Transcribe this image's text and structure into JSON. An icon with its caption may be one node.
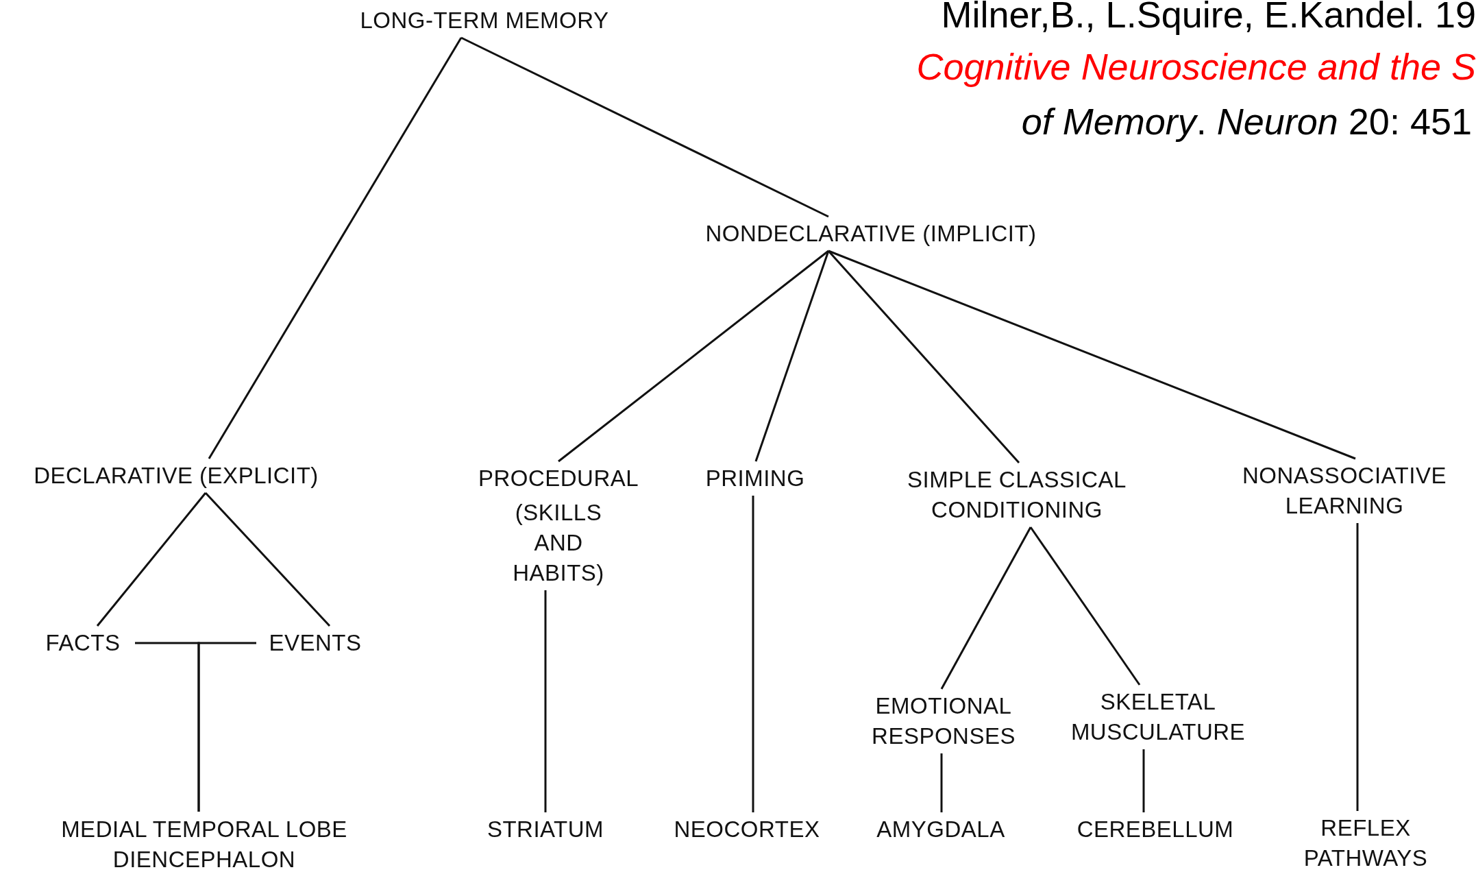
{
  "diagram": {
    "nodes": [
      {
        "text": [
          "LONG-TERM MEMORY"
        ]
      },
      {
        "text": [
          "NONDECLARATIVE (IMPLICIT)"
        ]
      },
      {
        "text": [
          "DECLARATIVE (EXPLICIT)"
        ]
      },
      {
        "text": [
          "PROCEDURAL",
          "(SKILLS AND HABITS)"
        ]
      },
      {
        "text": [
          "PRIMING"
        ]
      },
      {
        "text": [
          "SIMPLE CLASSICAL CONDITIONING"
        ]
      },
      {
        "text": [
          "NONASSOCIATIVE LEARNING"
        ]
      },
      {
        "text": [
          "FACTS"
        ]
      },
      {
        "text": [
          "EVENTS"
        ]
      },
      {
        "text": [
          "EMOTIONAL RESPONSES"
        ]
      },
      {
        "text": [
          "SKELETAL MUSCULATURE"
        ]
      },
      {
        "text": [
          "MEDIAL TEMPORAL LOBE DIENCEPHALON"
        ]
      },
      {
        "text": [
          "STRIATUM"
        ]
      },
      {
        "text": [
          "NEOCORTEX"
        ]
      },
      {
        "text": [
          "AMYGDALA"
        ]
      },
      {
        "text": [
          "CEREBELLUM"
        ]
      },
      {
        "text": [
          "REFLEX PATHWAYS"
        ]
      }
    ],
    "edges": [
      {
        "from": 0,
        "to": 1,
        "arrow": "none"
      },
      {
        "from": 0,
        "to": 2,
        "arrow": "none"
      },
      {
        "from": 1,
        "to": 3,
        "arrow": "none"
      },
      {
        "from": 1,
        "to": 4,
        "arrow": "none"
      },
      {
        "from": 1,
        "to": 5,
        "arrow": "none"
      },
      {
        "from": 1,
        "to": 6,
        "arrow": "none"
      },
      {
        "from": 2,
        "to": 7,
        "arrow": "none"
      },
      {
        "from": 2,
        "to": 8,
        "arrow": "none"
      },
      {
        "from": 7,
        "to": 11,
        "arrow": "none"
      },
      {
        "from": 8,
        "to": 11,
        "arrow": "none"
      },
      {
        "from": 3,
        "to": 12,
        "arrow": "none"
      },
      {
        "from": 4,
        "to": 13,
        "arrow": "none"
      },
      {
        "from": 5,
        "to": 9,
        "arrow": "none"
      },
      {
        "from": 5,
        "to": 10,
        "arrow": "none"
      },
      {
        "from": 9,
        "to": 14,
        "arrow": "none"
      },
      {
        "from": 10,
        "to": 15,
        "arrow": "none"
      },
      {
        "from": 6,
        "to": 16,
        "arrow": "none"
      }
    ],
    "labels": [
      "Milner,B., L.Squire, E.Kandel. 19",
      "Cognitive Neuroscience and the S",
      "*of Memory*.  *Neuron* 20: 451"
    ]
  }
}
